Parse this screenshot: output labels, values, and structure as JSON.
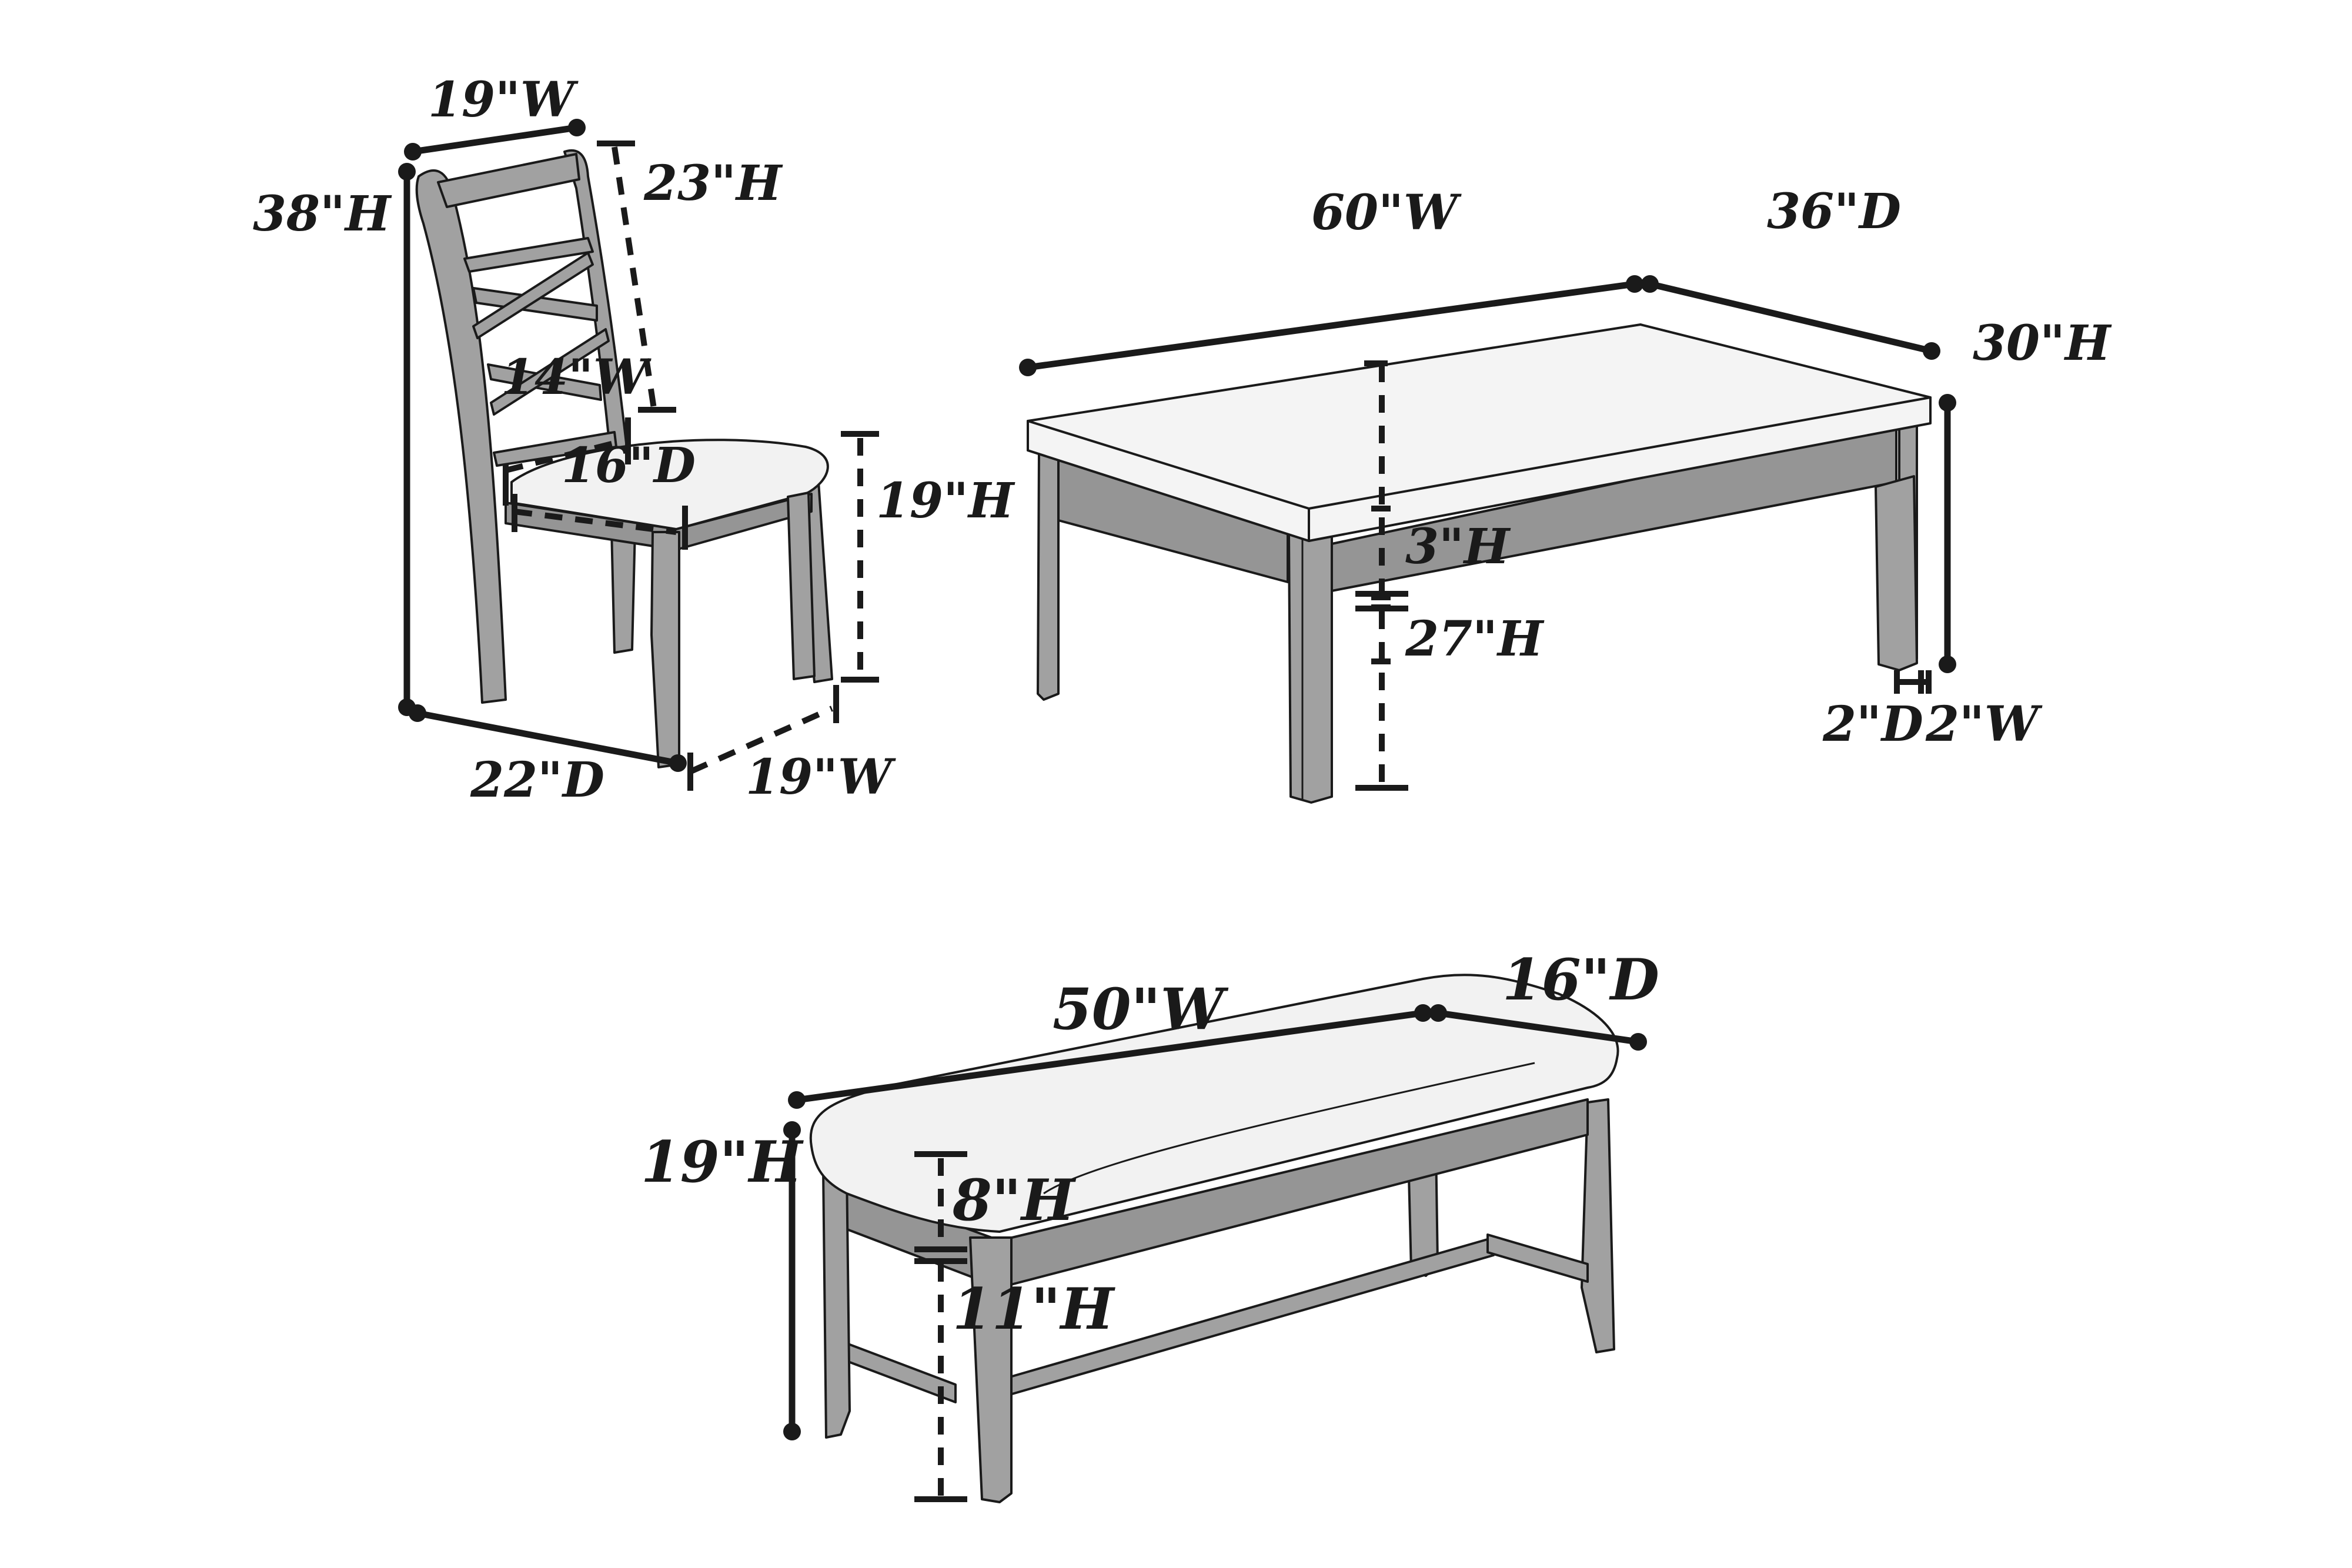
{
  "title": "Dining set dimensions diagram",
  "colors": {
    "line": "#1a1a1a",
    "wood": "#a1a1a1",
    "top": "#f4f4f4",
    "background": "#ffffff"
  },
  "chair": {
    "label_back_width": "19\"W",
    "label_total_height": "38\"H",
    "label_back_height": "23\"H",
    "label_seat_width": "14\"W",
    "label_seat_depth": "16\"D",
    "label_seat_height": "19\"H",
    "label_depth": "22\"D",
    "label_width": "19\"W"
  },
  "table": {
    "label_width": "60\"W",
    "label_depth": "36\"D",
    "label_height": "30\"H",
    "label_apron_height": "3\"H",
    "label_leg_clearance": "27\"H",
    "label_leg_depth": "2\"D",
    "label_leg_width": "2\"W"
  },
  "bench": {
    "label_width": "50\"W",
    "label_depth": "16\"D",
    "label_height": "19\"H",
    "label_apron_height": "8\"H",
    "label_leg_clearance": "11\"H"
  }
}
